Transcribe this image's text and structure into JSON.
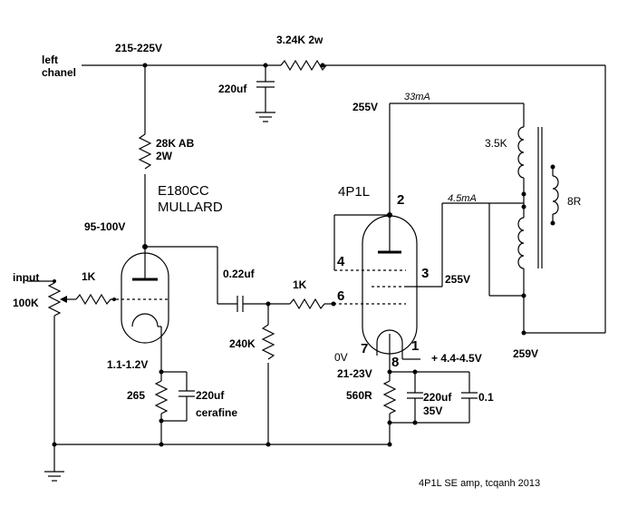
{
  "labels": {
    "left_channel_1": "left",
    "left_channel_2": "chanel",
    "v_215": "215-225V",
    "r_324k": "3.24K 2w",
    "c_220uf_top": "220uf",
    "v_255_left": "255V",
    "i_33ma": "33mA",
    "l_35k": "3.5K",
    "r_28k_1": "28K AB",
    "r_28k_2": "2W",
    "tube1_1": "E180CC",
    "tube1_2": "MULLARD",
    "tube2": "4P1L",
    "i_45ma": "4.5mA",
    "spk": "8R",
    "v_95": "95-100V",
    "input": "input",
    "r_100k": "100K",
    "r_1k_grid": "1K",
    "c_022": "0.22uf",
    "r_1k_g1": "1K",
    "v_255_right": "255V",
    "v_11": "1.1-1.2V",
    "r_265": "265",
    "c_220_cer": "220uf",
    "cerafine": "cerafine",
    "r_240k": "240K",
    "v_0v": "0V",
    "v_21": "21-23V",
    "v_44": "+ 4.4-4.5V",
    "r_560": "560R",
    "c_220_35_1": "220uf",
    "c_220_35_2": "35V",
    "c_01": "0.1",
    "v_259": "259V",
    "credit": "4P1L SE amp, tcqanh 2013"
  },
  "pins": {
    "p2": "2",
    "p4": "4",
    "p3": "3",
    "p6": "6",
    "p7": "7",
    "p1": "1",
    "p8": "8"
  }
}
